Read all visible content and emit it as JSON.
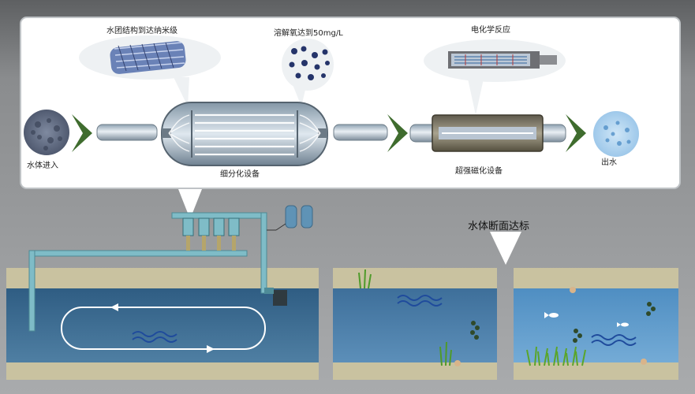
{
  "top_panel": {
    "label_nanotube": "水团结构到达纳米级",
    "label_oxygen": "溶解氧达到50mg/L",
    "label_electrochem": "电化学反应",
    "label_water_in": "水体进入",
    "label_refiner": "细分化设备",
    "label_magnetizer": "超强磁化设备",
    "label_water_out": "出水"
  },
  "bottom_panel": {
    "label_standard": "水体断面达标"
  },
  "colors": {
    "arrow_green": "#3f6c2e",
    "water_blue": "#3f6e96",
    "sand": "#c9c2a0",
    "panel_border": "#bfc3c6"
  }
}
